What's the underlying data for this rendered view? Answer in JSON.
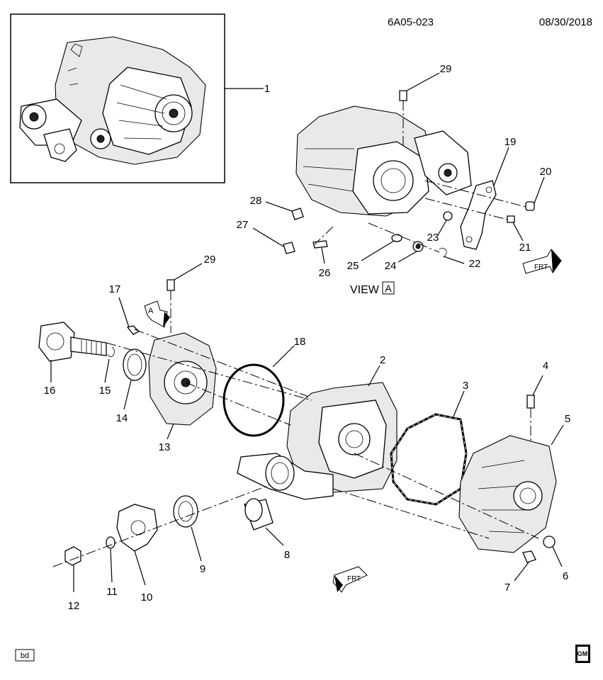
{
  "header": {
    "diagram_id": "6A05-023",
    "date": "08/30/2018"
  },
  "view": {
    "label": "VIEW",
    "letter": "A"
  },
  "arrow_a": {
    "letter": "A"
  },
  "front_markers": [
    {
      "text": "FRT"
    },
    {
      "text": "FRT"
    }
  ],
  "callouts": {
    "c1": "1",
    "c2": "2",
    "c3": "3",
    "c4": "4",
    "c5": "5",
    "c6": "6",
    "c7": "7",
    "c8": "8",
    "c9": "9",
    "c10": "10",
    "c11": "11",
    "c12": "12",
    "c13": "13",
    "c14": "14",
    "c15": "15",
    "c16": "16",
    "c17": "17",
    "c18": "18",
    "c19": "19",
    "c20": "20",
    "c21": "21",
    "c22": "22",
    "c23": "23",
    "c24": "24",
    "c25": "25",
    "c26": "26",
    "c27": "27",
    "c28": "28",
    "c29a": "29",
    "c29b": "29"
  },
  "footer": {
    "code": "bd",
    "logo": "GM"
  }
}
